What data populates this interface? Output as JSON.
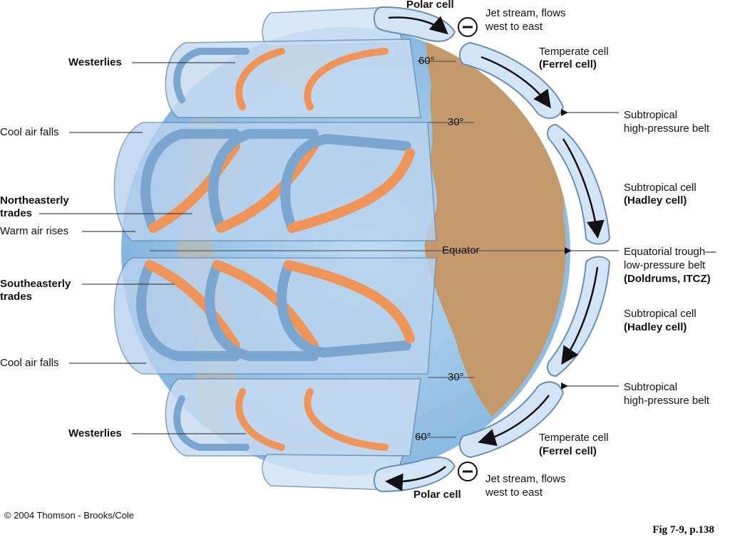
{
  "labels": {
    "polar_cell_top": "Polar cell",
    "polar_cell_bottom": "Polar cell",
    "jet_top_line1": "Jet stream, flows",
    "jet_top_line2": "west to east",
    "jet_bottom_line1": "Jet stream, flows",
    "jet_bottom_line2": "west to east",
    "jet_symbol": "−",
    "temperate_top_line1": "Temperate cell",
    "temperate_top_line2": "(Ferrel cell)",
    "temperate_bottom_line1": "Temperate cell",
    "temperate_bottom_line2": "(Ferrel cell)",
    "subtrop_high_top_line1": "Subtropical",
    "subtrop_high_top_line2": "high-pressure belt",
    "subtrop_high_bottom_line1": "Subtropical",
    "subtrop_high_bottom_line2": "high-pressure belt",
    "hadley_top_line1": "Subtropical cell",
    "hadley_top_line2": "(Hadley cell)",
    "hadley_bottom_line1": "Subtropical cell",
    "hadley_bottom_line2": "(Hadley cell)",
    "trough_line1": "Equatorial trough—",
    "trough_line2": "low-pressure belt",
    "trough_line3": "(Doldrums, ITCZ)",
    "westerlies_top": "Westerlies",
    "westerlies_bottom": "Westerlies",
    "cool_air_top": "Cool air falls",
    "cool_air_bottom": "Cool air falls",
    "ne_trades_line1": "Northeasterly",
    "ne_trades_line2": "trades",
    "warm_air": "Warm air rises",
    "se_trades_line1": "Southeasterly",
    "se_trades_line2": "trades",
    "lat_60_n": "60°",
    "lat_30_n": "30°",
    "equator": "Equator",
    "lat_30_s": "30°",
    "lat_60_s": "60°"
  },
  "credit": "© 2004 Thomson - Brooks/Cole",
  "figure_ref": "Fig 7-9, p.138",
  "colors": {
    "ocean": "#a9cfee",
    "land": "#c49a6c",
    "cell_fill": "#d2e4f5",
    "band_fill": "#b8d3ee",
    "warm_arrow": "#f0955a",
    "cool_arrow": "#7aa6cf"
  }
}
